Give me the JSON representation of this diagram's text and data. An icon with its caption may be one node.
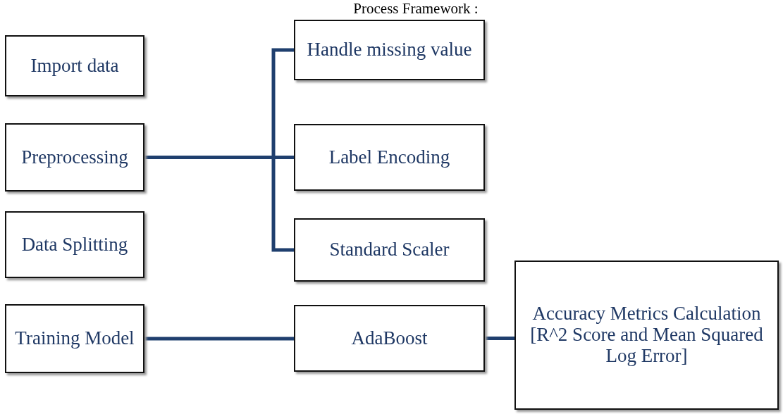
{
  "diagram": {
    "title": "Process Framework :",
    "nodes": [
      {
        "text": [
          "Import data"
        ]
      },
      {
        "text": [
          "Preprocessing"
        ]
      },
      {
        "text": [
          "Data Splitting"
        ]
      },
      {
        "text": [
          "Training Model"
        ]
      },
      {
        "text": [
          "Handle missing value"
        ]
      },
      {
        "text": [
          "Label Encoding"
        ]
      },
      {
        "text": [
          "Standard Scaler"
        ]
      },
      {
        "text": [
          "AdaBoost"
        ]
      },
      {
        "text": [
          "Accuracy Metrics Calculation [R^2 Score and Mean Squared Log Error]"
        ]
      }
    ],
    "edges": [
      {
        "from": 1,
        "to": 4,
        "arrow": "none"
      },
      {
        "from": 1,
        "to": 5,
        "arrow": "none"
      },
      {
        "from": 1,
        "to": 6,
        "arrow": "none"
      },
      {
        "from": 3,
        "to": 7,
        "arrow": "none"
      },
      {
        "from": 7,
        "to": 8,
        "arrow": "none"
      }
    ]
  }
}
